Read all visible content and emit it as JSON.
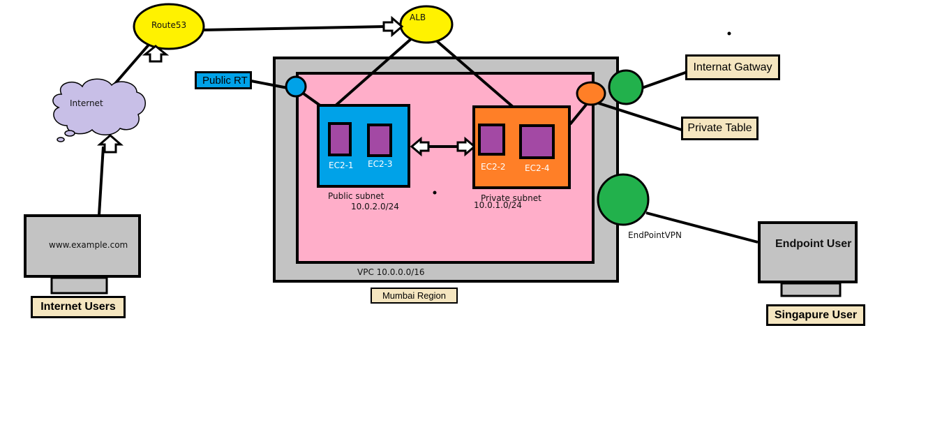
{
  "nodes": {
    "route53": "Route53",
    "alb": "ALB",
    "internet": "Internet",
    "public_rt": "Public RT",
    "internet_gateway": "Internat Gatway",
    "private_table": "Private Table",
    "public_subnet": "Public subnet",
    "public_subnet_cidr": "10.0.2.0/24",
    "private_subnet": "Private subnet",
    "private_subnet_cidr": "10.0.1.0/24",
    "ec2_1": "EC2-1",
    "ec2_2": "EC2-2",
    "ec2_3": "EC2-3",
    "ec2_4": "EC2-4",
    "vpc": "VPC 10.0.0.0/16",
    "region": "Mumbai Region",
    "endpoint_vpn": "EndPointVPN",
    "website": "www.example.com",
    "internet_users": "Internet Users",
    "endpoint_user": "Endpoint User",
    "singapore_user": "Singapure User"
  },
  "colors": {
    "vpc_gray": "#c3c3c3",
    "subnet_pink": "#ffaec9",
    "public_blue": "#00a2e8",
    "private_orange": "#ff7f27",
    "ec2_purple": "#a349a4",
    "yellow": "#fff200",
    "green": "#22b14c",
    "cloud_lilac": "#c8bfe7",
    "tag_beige": "#f5e6c0"
  }
}
